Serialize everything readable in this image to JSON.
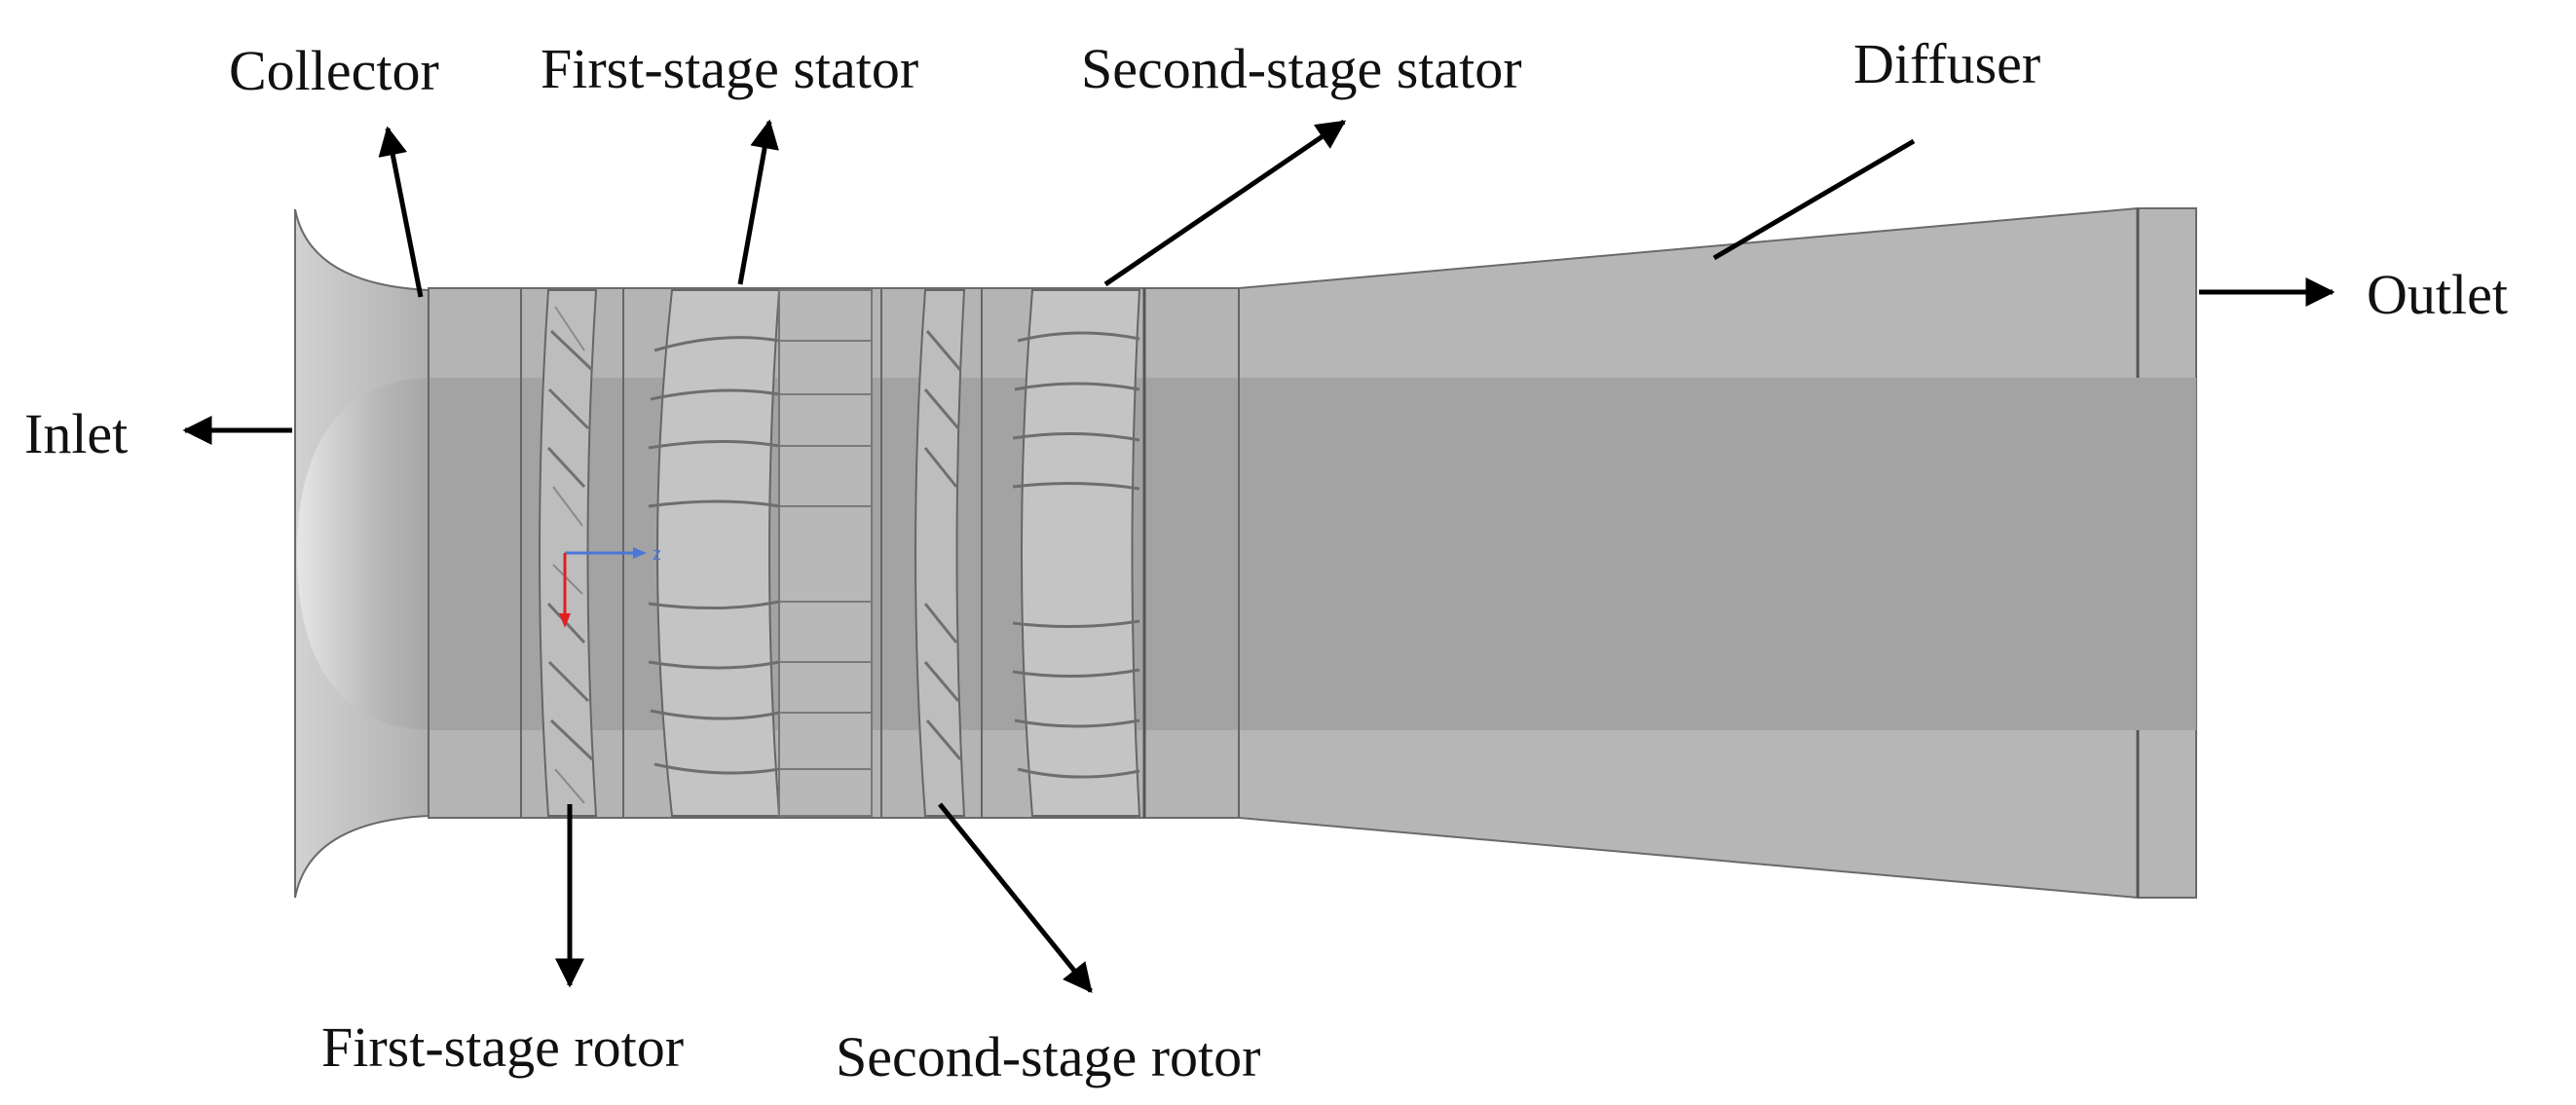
{
  "labels": {
    "collector": "Collector",
    "first_stator": "First-stage stator",
    "second_stator": "Second-stage stator",
    "diffuser": "Diffuser",
    "outlet": "Outlet",
    "inlet": "Inlet",
    "first_rotor": "First-stage rotor",
    "second_rotor": "Second-stage rotor"
  },
  "axis_triad": {
    "axis_letter": "z"
  },
  "colors": {
    "body_gray": "#b3b3b3",
    "band_gray": "#a2a2a2",
    "blade_gray": "#c4c4c4",
    "edge": "#555555",
    "arrow": "#000000",
    "axis_blue": "#4a78d6",
    "axis_red": "#e02020"
  }
}
